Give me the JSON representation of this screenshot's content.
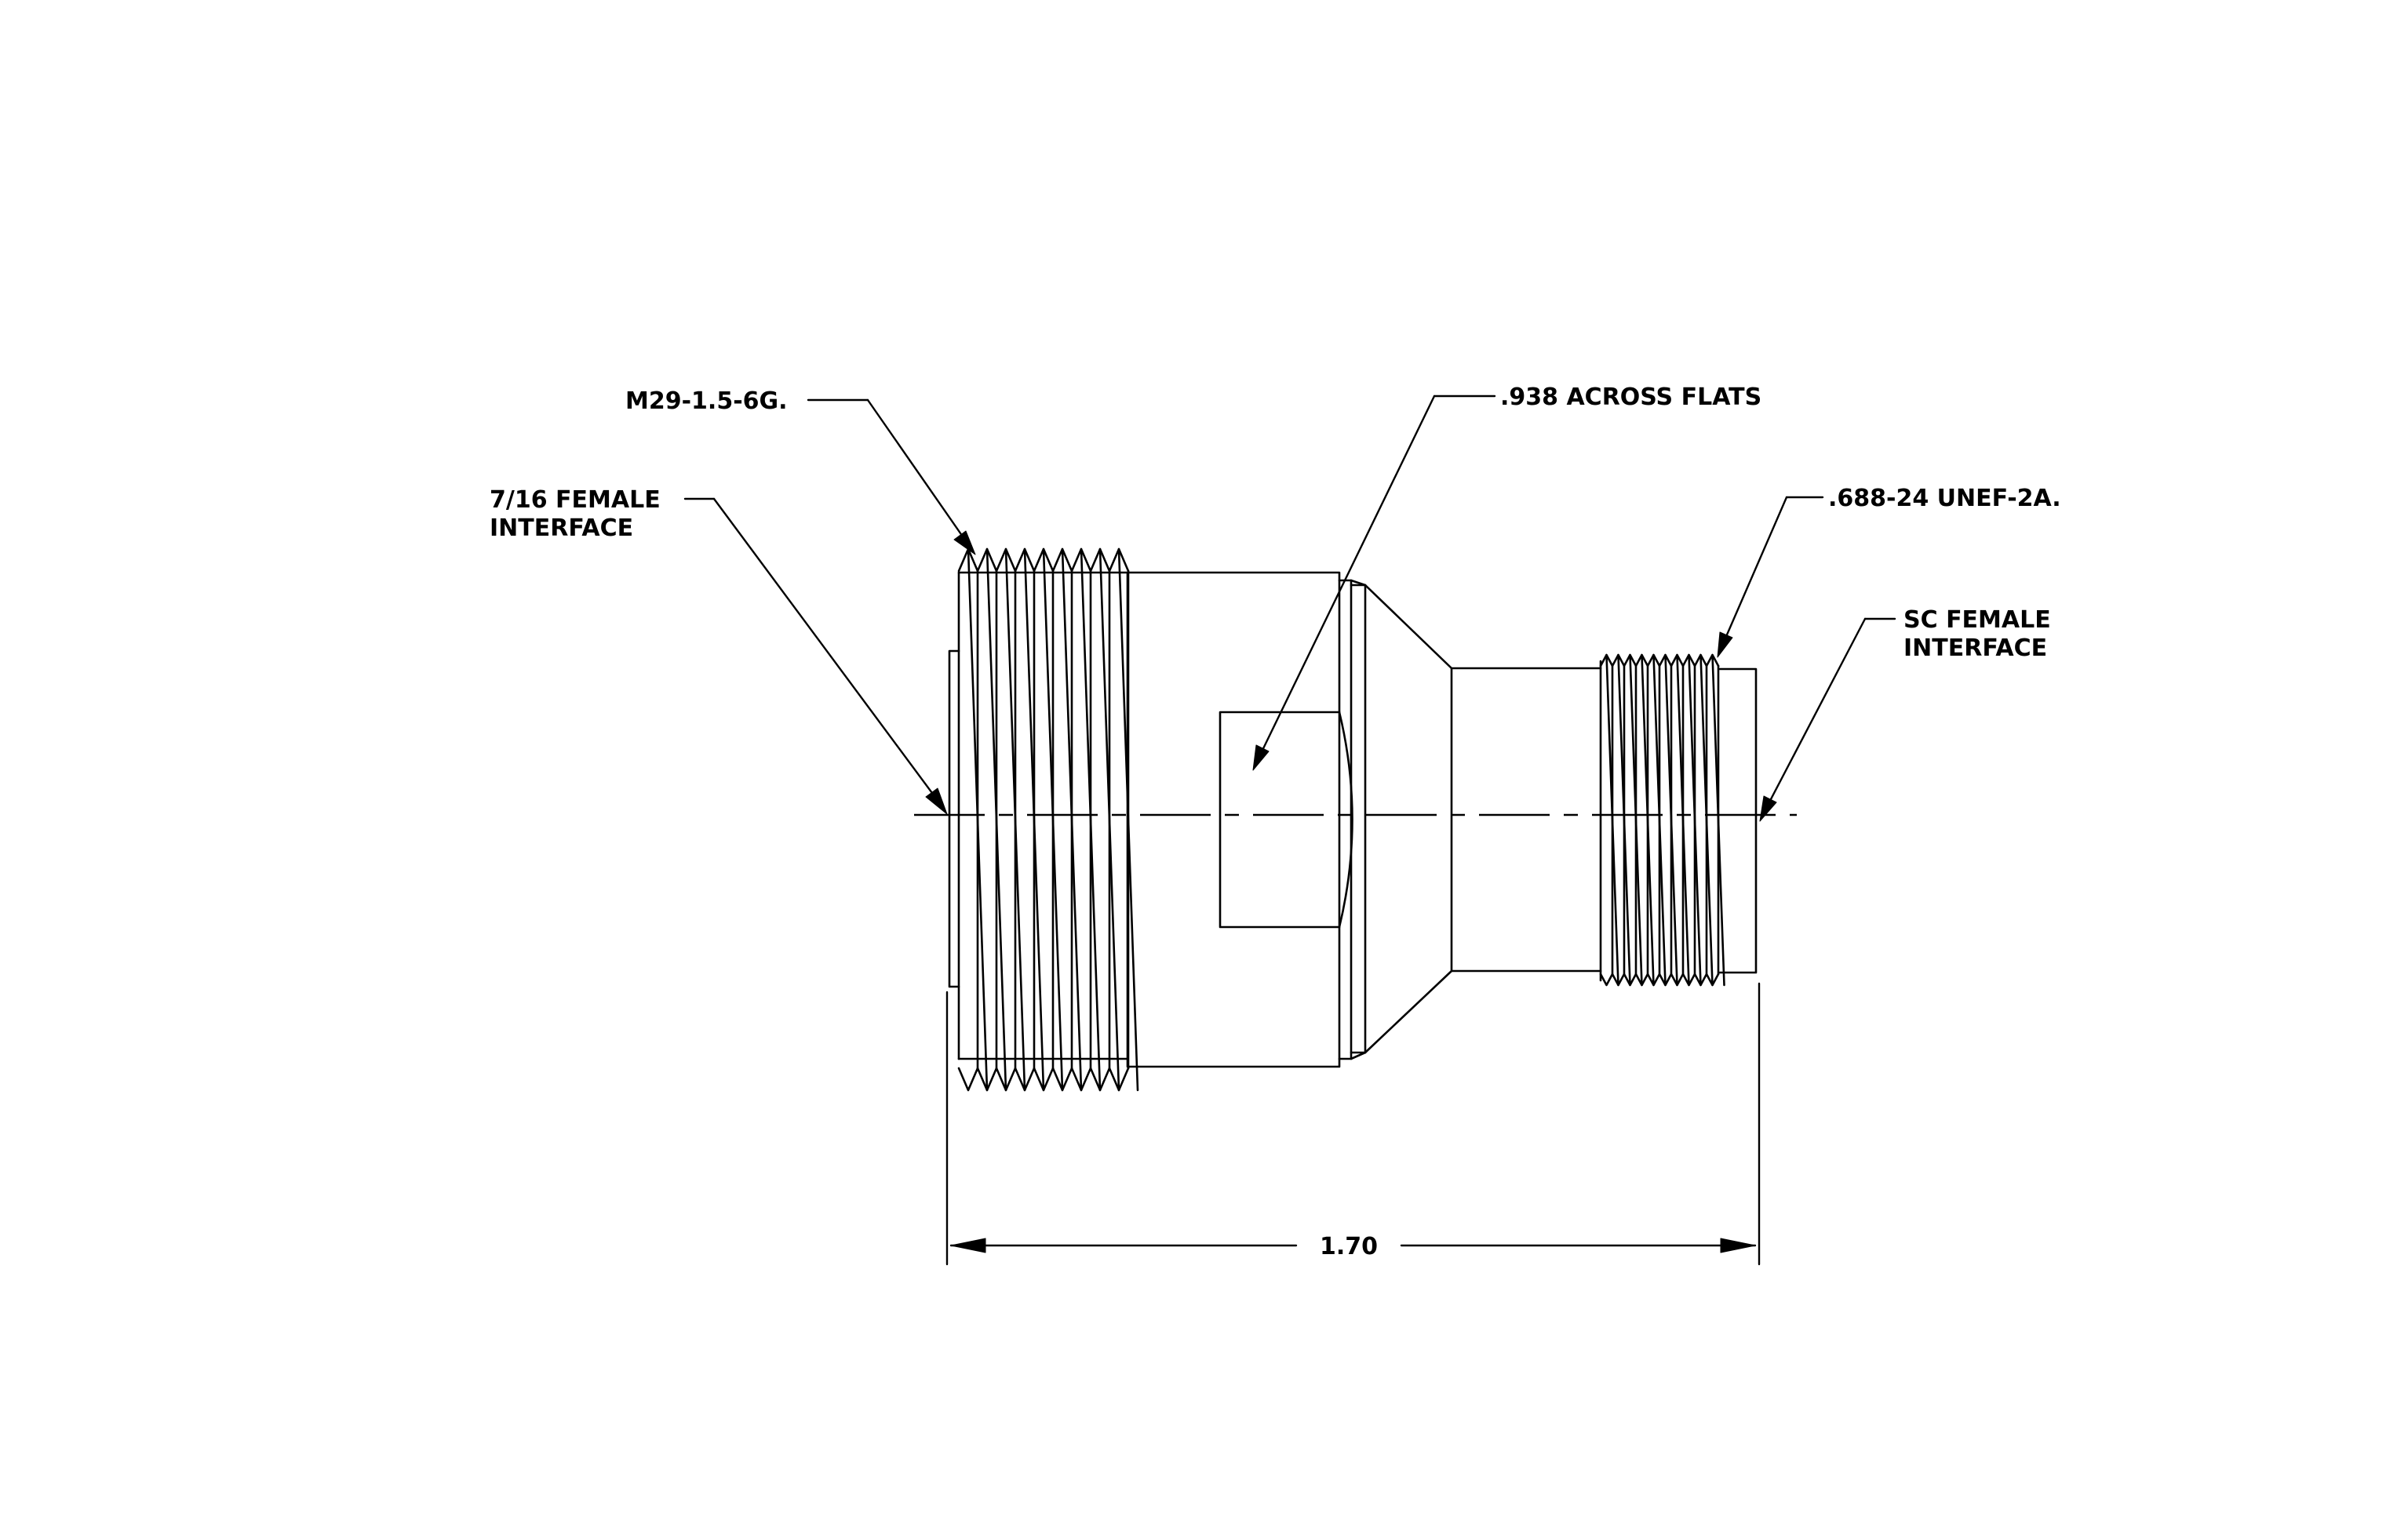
{
  "labels": {
    "thread_metric": "M29-1.5-6G.",
    "female_716_line1": "7/16 FEMALE",
    "female_716_line2": "INTERFACE",
    "across_flats": ".938 ACROSS FLATS",
    "thread_unef": ".688-24 UNEF-2A.",
    "sc_female_line1": "SC FEMALE",
    "sc_female_line2": "INTERFACE",
    "overall_length": "1.70"
  }
}
